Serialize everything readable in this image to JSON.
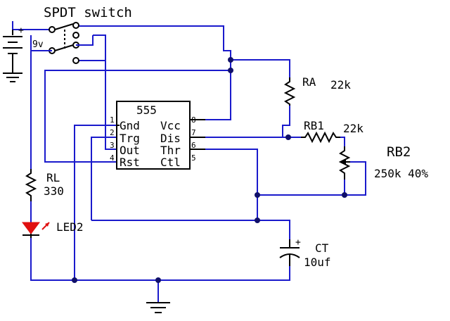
{
  "title": "SPDT switch",
  "battery": {
    "voltage": "9v",
    "plus": "+"
  },
  "ic": {
    "name": "555",
    "pins_left": [
      {
        "num": "1",
        "name": "Gnd"
      },
      {
        "num": "2",
        "name": "Trg"
      },
      {
        "num": "3",
        "name": "Out"
      },
      {
        "num": "4",
        "name": "Rst"
      }
    ],
    "pins_right": [
      {
        "num": "8",
        "name": "Vcc"
      },
      {
        "num": "7",
        "name": "Dis"
      },
      {
        "num": "6",
        "name": "Thr"
      },
      {
        "num": "5",
        "name": "Ctl"
      }
    ]
  },
  "ra": {
    "name": "RA",
    "value": "22k"
  },
  "rb1": {
    "name": "RB1",
    "value": "22k"
  },
  "rb2": {
    "name": "RB2",
    "value": "250k 40%"
  },
  "rl": {
    "name": "RL",
    "value": "330"
  },
  "led": {
    "name": "LED2"
  },
  "ct": {
    "name": "CT",
    "value": "10uf",
    "plus": "+"
  },
  "colors": {
    "wire": "#1a1acc",
    "part": "#000000",
    "led": "#e01010",
    "node": "#10106a"
  }
}
